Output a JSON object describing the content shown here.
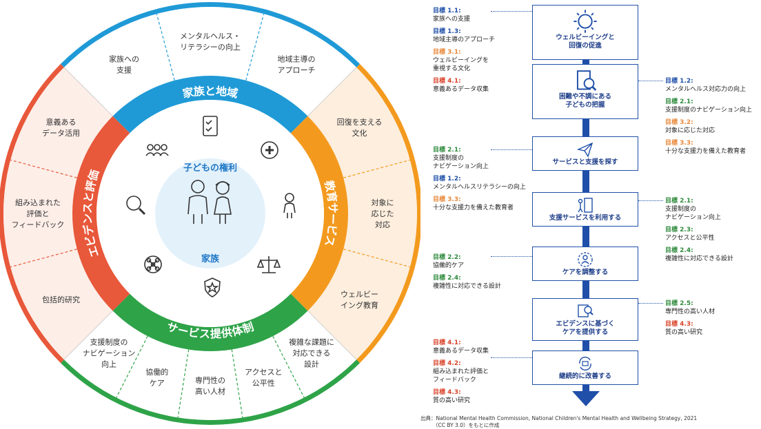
{
  "wheel": {
    "outer_top_color": "#1f9ad6",
    "outer_right_color": "#f39a1e",
    "outer_bottom_color": "#2ea348",
    "outer_left_color": "#e8583a",
    "center_labels": {
      "rights": "子どもの権利",
      "family": "家族"
    },
    "rings": {
      "top": "家族と地域",
      "right": "教育サービス",
      "bottom": "サービス提供体制",
      "left": "エビデンスと評価"
    },
    "segments": {
      "top": [
        [
          "家族への",
          "支援"
        ],
        [
          "メンタルヘルス・",
          "リテラシーの向上"
        ],
        [
          "地域主導の",
          "アプローチ"
        ]
      ],
      "right": [
        [
          "回復を支える",
          "文化"
        ],
        [
          "対象に",
          "応じた",
          "対応"
        ],
        [
          "ウェルビー",
          "イング教育"
        ]
      ],
      "bottom": [
        [
          "複雑な課題に",
          "対応できる",
          "設計"
        ],
        [
          "アクセスと",
          "公平性"
        ],
        [
          "専門性の",
          "高い人材"
        ],
        [
          "協働的",
          "ケア"
        ],
        [
          "支援制度の",
          "ナビゲーション",
          "向上"
        ]
      ],
      "left": [
        [
          "包括的研究"
        ],
        [
          "組み込まれた",
          "評価と",
          "フィードバック"
        ],
        [
          "意義ある",
          "データ活用"
        ]
      ]
    }
  },
  "flow": {
    "steps": [
      [
        "ウェルビーイングと",
        "回復の促進"
      ],
      [
        "困難や不調にある",
        "子どもの把握"
      ],
      [
        "サービスと支援を探す"
      ],
      [
        "支援サービスを利用する"
      ],
      [
        "ケアを調整する"
      ],
      [
        "エビデンスに基づく",
        "ケアを提供する"
      ],
      [
        "継続的に改善する"
      ]
    ],
    "step_icons": [
      "sun-icon",
      "search-clipboard-icon",
      "paper-plane-icon",
      "door-icon",
      "gear-person-icon",
      "doc-search-icon",
      "cycle-icon"
    ],
    "left_goals": [
      [
        {
          "id": "目標 1.1:",
          "t": [
            "家族への支援"
          ],
          "c": "#1f4fa8"
        },
        {
          "id": "目標 1.3:",
          "t": [
            "地域主導のアプローチ"
          ],
          "c": "#1f4fa8"
        },
        {
          "id": "目標 3.1:",
          "t": [
            "ウェルビーイングを",
            "重視する文化"
          ],
          "c": "#e8883a"
        },
        {
          "id": "目標 4.1:",
          "t": [
            "意義あるデータ収集"
          ],
          "c": "#d9432b"
        }
      ],
      [
        {
          "id": "目標 2.1:",
          "t": [
            "支援制度の",
            "ナビゲーション向上"
          ],
          "c": "#2e8a3c"
        },
        {
          "id": "目標 1.2:",
          "t": [
            "メンタルヘルスリテラシーの向上"
          ],
          "c": "#1f4fa8"
        },
        {
          "id": "目標 3.3:",
          "t": [
            "十分な支援力を備えた教育者"
          ],
          "c": "#e8883a"
        }
      ],
      [
        {
          "id": "目標 2.2:",
          "t": [
            "協働的ケア"
          ],
          "c": "#2e8a3c"
        },
        {
          "id": "目標 2.4:",
          "t": [
            "複雑性に対応できる設計"
          ],
          "c": "#2e8a3c"
        }
      ],
      [
        {
          "id": "目標 4.1:",
          "t": [
            "意義あるデータ収集"
          ],
          "c": "#d9432b"
        },
        {
          "id": "目標 4.2:",
          "t": [
            "組み込まれた評価と",
            "フィードバック"
          ],
          "c": "#d9432b"
        },
        {
          "id": "目標 4.3:",
          "t": [
            "質の高い研究"
          ],
          "c": "#d9432b"
        }
      ]
    ],
    "right_goals": [
      [
        {
          "id": "目標 1.2:",
          "t": [
            "メンタルヘルス対応力の向上"
          ],
          "c": "#1f4fa8"
        },
        {
          "id": "目標 2.1:",
          "t": [
            "支援制度のナビゲーション向上"
          ],
          "c": "#2e8a3c"
        },
        {
          "id": "目標 3.2:",
          "t": [
            "対象に応じた対応"
          ],
          "c": "#e8883a"
        },
        {
          "id": "目標 3.3:",
          "t": [
            "十分な支援力を備えた教育者"
          ],
          "c": "#e8883a"
        }
      ],
      [
        {
          "id": "目標 2.1:",
          "t": [
            "支援制度の",
            "ナビゲーション向上"
          ],
          "c": "#2e8a3c"
        },
        {
          "id": "目標 2.3:",
          "t": [
            "アクセスと公平性"
          ],
          "c": "#2e8a3c"
        },
        {
          "id": "目標 2.4:",
          "t": [
            "複雑性に対応できる設計"
          ],
          "c": "#2e8a3c"
        }
      ],
      [
        {
          "id": "目標 2.5:",
          "t": [
            "専門性の高い人材"
          ],
          "c": "#2e8a3c"
        },
        {
          "id": "目標 4.3:",
          "t": [
            "質の高い研究"
          ],
          "c": "#d9432b"
        }
      ]
    ],
    "source": [
      "出典：National Mental Health Commission, National Children's Mental Health and Wellbeing Strategy, 2021",
      "（CC BY 3.0）をもとに作成"
    ]
  }
}
